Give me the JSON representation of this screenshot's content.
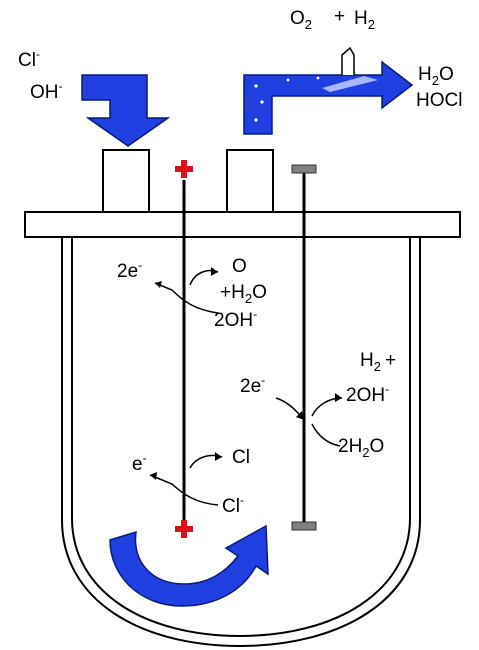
{
  "colors": {
    "arrow_blue": "#1f3fe0",
    "arrow_outline": "#0a1a7a",
    "electrode_plus": "#e0101a",
    "electrode_minus": "#808080",
    "line": "#000000"
  },
  "labels": {
    "inlet_ion_1": "Cl",
    "inlet_ion_1_sup": "-",
    "inlet_ion_2": "OH",
    "inlet_ion_2_sup": "-",
    "gas_out": "O",
    "gas_out_sub": "2",
    "gas_plus": "+",
    "gas_h2": "H",
    "gas_h2_sub": "2",
    "outlet_1": "H",
    "outlet_1_sub": "2",
    "outlet_1_tail": "O",
    "outlet_2": "HOCl",
    "anode_top_e": "2e",
    "anode_top_e_sup": "-",
    "anode_top_o": "O",
    "anode_top_h2o": "+H",
    "anode_top_h2o_sub": "2",
    "anode_top_h2o_tail": "O",
    "anode_top_oh": "2OH",
    "anode_top_oh_sup": "-",
    "anode_bot_e": "e",
    "anode_bot_e_sup": "-",
    "anode_bot_cl": "Cl",
    "anode_bot_cl_ion": "Cl",
    "anode_bot_cl_ion_sup": "-",
    "cathode_h2": "H",
    "cathode_h2_sub": "2",
    "cathode_plus": "+",
    "cathode_e": "2e",
    "cathode_e_sup": "-",
    "cathode_oh": "2OH",
    "cathode_oh_sup": "-",
    "cathode_h2o": "2H",
    "cathode_h2o_sub": "2",
    "cathode_h2o_tail": "O"
  }
}
